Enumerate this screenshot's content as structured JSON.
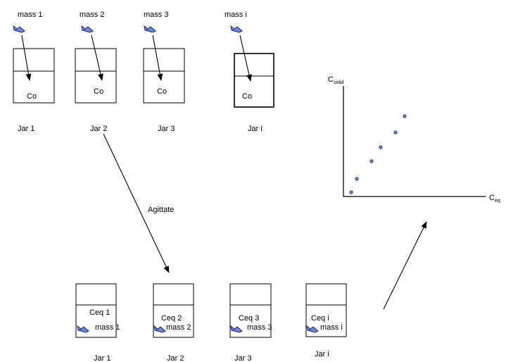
{
  "top_row": {
    "jars": [
      {
        "mass_label": "mass 1",
        "content_label": "Co",
        "jar_label": "Jar 1"
      },
      {
        "mass_label": "mass 2",
        "content_label": "Co",
        "jar_label": "Jar 2"
      },
      {
        "mass_label": "mass 3",
        "content_label": "Co",
        "jar_label": "Jar 3"
      },
      {
        "mass_label": "mass i",
        "content_label": "Co",
        "jar_label": "Jar i"
      }
    ]
  },
  "process": {
    "label": "Agittate"
  },
  "bottom_row": {
    "jars": [
      {
        "eq_label": "Ceq 1",
        "mass_label": "mass 1",
        "jar_label": "Jar 1"
      },
      {
        "eq_label": "Ceq 2",
        "mass_label": "mass 2",
        "jar_label": "Jar 2"
      },
      {
        "eq_label": "Ceq 3",
        "mass_label": "mass 3",
        "jar_label": "Jar 3"
      },
      {
        "eq_label": "Ceq i",
        "mass_label": "mass i",
        "jar_label": "Jar i"
      }
    ]
  },
  "plot": {
    "y_label": "C",
    "y_label_sub": "solid",
    "x_label": "C",
    "x_label_sub": "eq"
  },
  "colors": {
    "solid_fill": "#6f86d8",
    "solid_stroke": "#1b2c6b"
  },
  "icons": {
    "solid_sample": "blue-crystal-icon"
  }
}
